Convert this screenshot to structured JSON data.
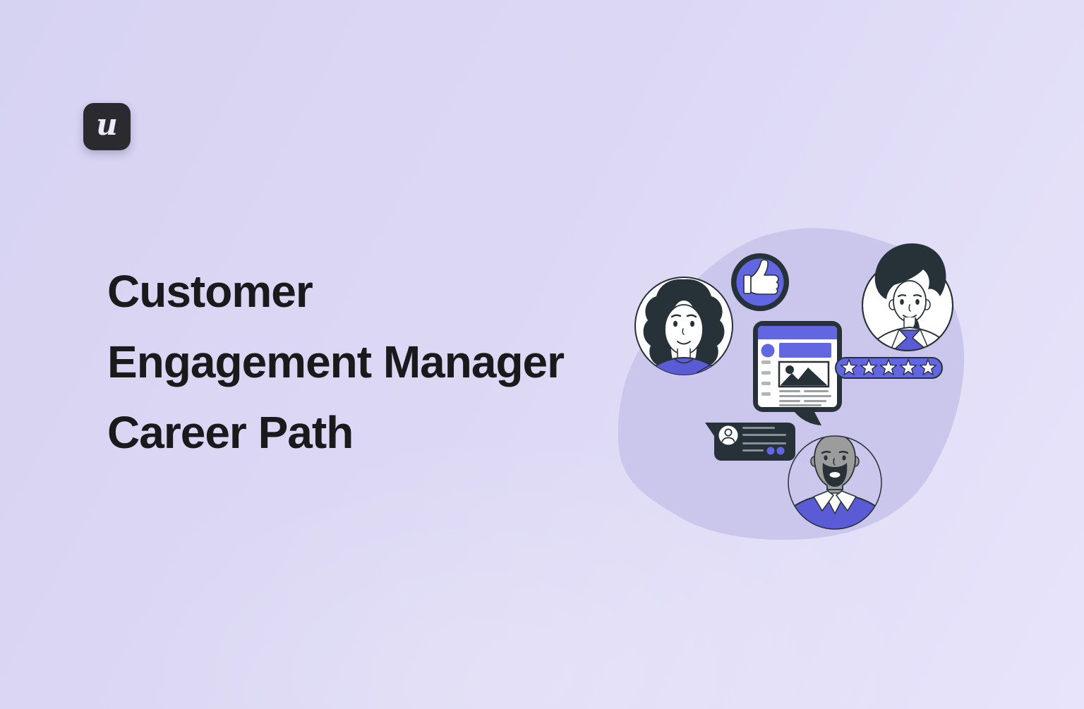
{
  "theme": {
    "accent": "#6366e1",
    "clothing": "#5b5bd6",
    "dark": "#263238",
    "blob": "#cac6ec",
    "skin_gray": "#9c9c9c",
    "title_color": "#1a1a1c",
    "background": [
      "#d6d2f1",
      "#dcd8f4",
      "#e7e4fb"
    ],
    "logo_background": "#2b2b2f"
  },
  "logo": {
    "letter": "u"
  },
  "hero": {
    "title_lines": [
      "Customer",
      "Engagement Manager",
      "Career Path"
    ]
  },
  "illustration": {
    "description": "customer-engagement-scene",
    "elements": [
      "woman-avatar",
      "thumbs-up-badge",
      "young-man-avatar",
      "browser-review-card",
      "five-star-rating",
      "chat-message-bubble",
      "bearded-man-avatar"
    ],
    "rating": {
      "stars_total": 5,
      "stars_filled": 5
    }
  }
}
